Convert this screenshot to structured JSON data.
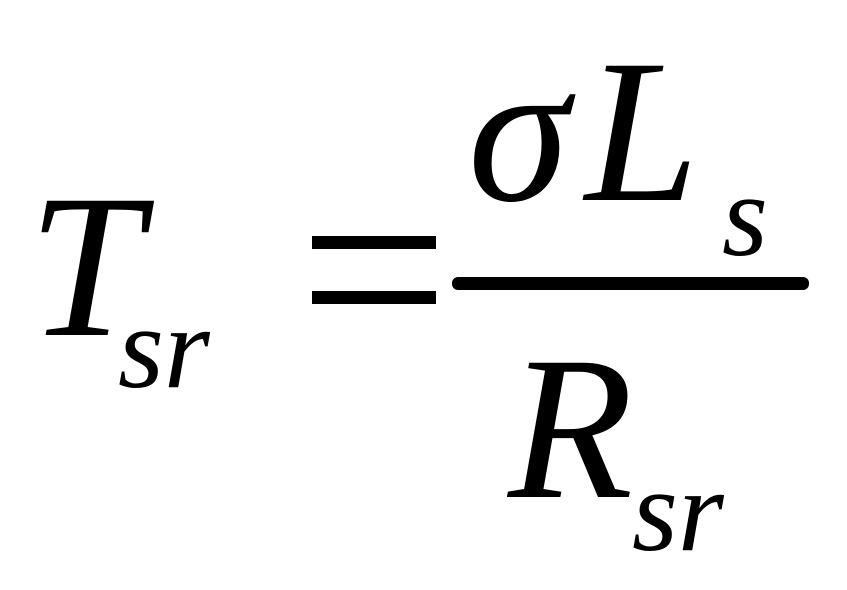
{
  "equation": {
    "lhs": {
      "symbol": "T",
      "subscript": "sr"
    },
    "operator": "=",
    "numerator": {
      "symbol1": "σ",
      "symbol2": "L",
      "subscript": "s"
    },
    "denominator": {
      "symbol": "R",
      "subscript": "sr"
    }
  }
}
